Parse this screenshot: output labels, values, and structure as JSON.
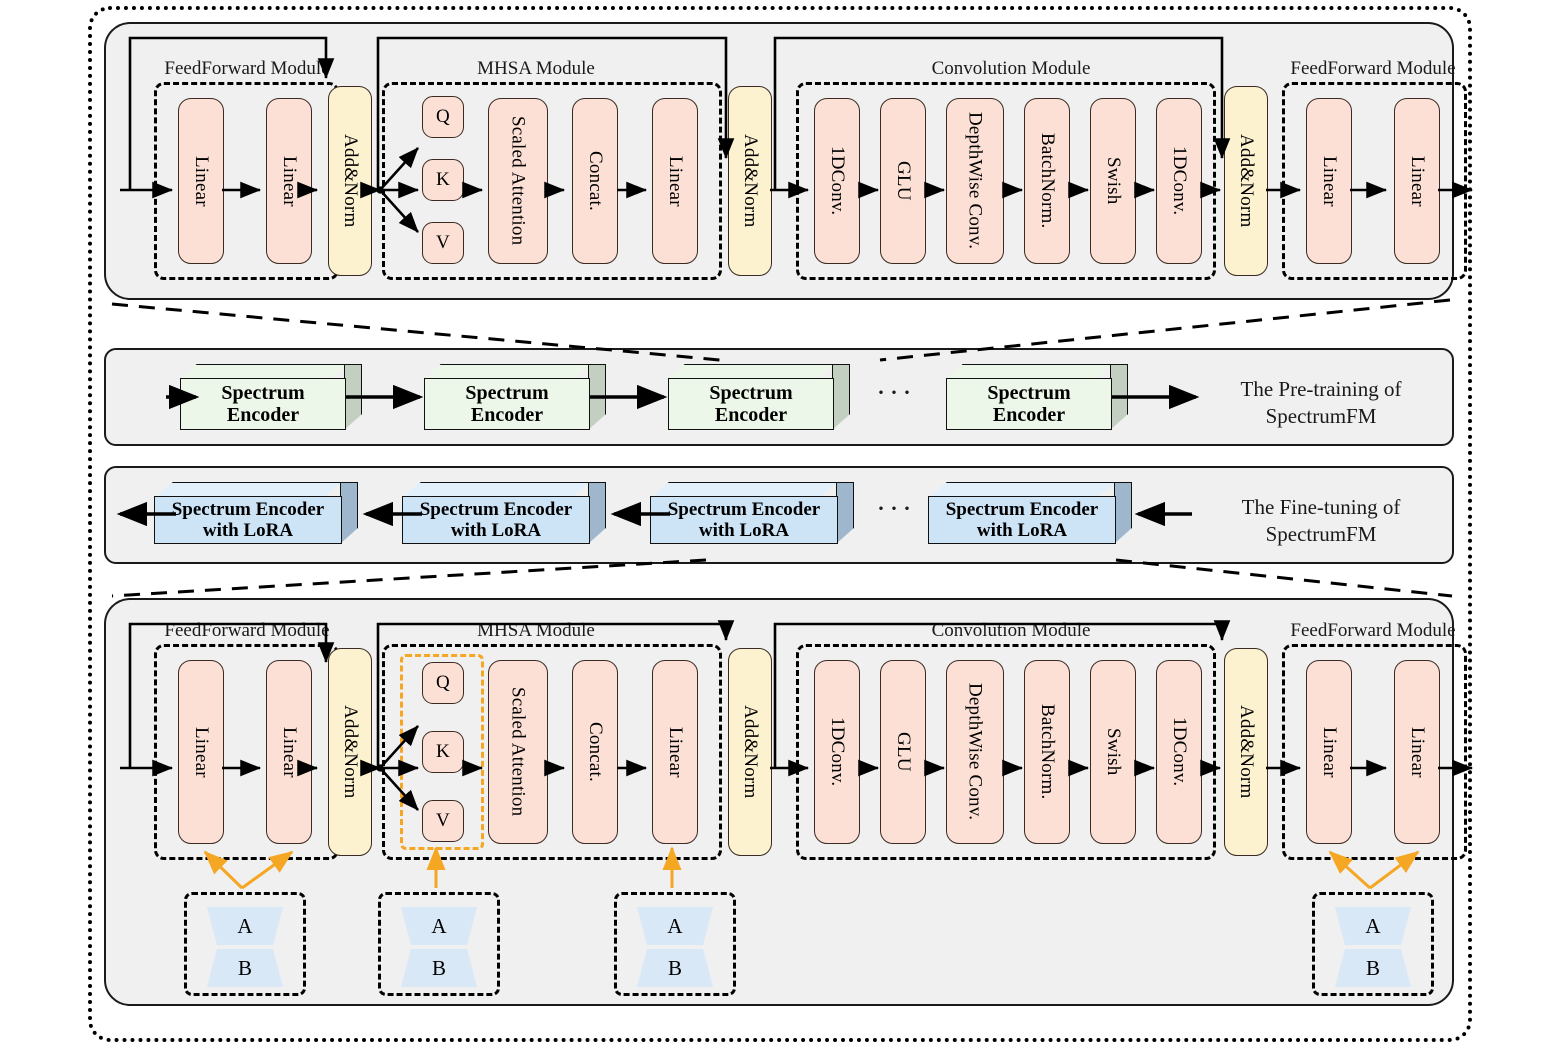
{
  "figure": {
    "title": "SpectrumFM pre-training and fine-tuning architecture",
    "colors": {
      "cell_peach": "#FCE0D6",
      "cell_yellow": "#FDF2CF",
      "encoder_green": "#EDF7E9",
      "encoder_blue": "#CDE4F7",
      "lora_blue": "#D9E8F7",
      "lora_arrow_orange": "#F5A623",
      "panel_background": "#F0F0F0",
      "stroke_black": "#000000"
    }
  },
  "top_encoder": {
    "modules": [
      {
        "title": "FeedForward Module",
        "cells": [
          "Linear",
          "Linear"
        ]
      },
      {
        "title": "MHSA Module",
        "qkv": [
          "Q",
          "K",
          "V"
        ],
        "cells": [
          "Scaled Attention",
          "Concat.",
          "Linear"
        ]
      },
      {
        "title": "Convolution Module",
        "cells": [
          "1DConv.",
          "GLU",
          "DepthWise Conv.",
          "BatchNorm.",
          "Swish",
          "1DConv."
        ]
      },
      {
        "title": "FeedForward Module",
        "cells": [
          "Linear",
          "Linear"
        ]
      }
    ],
    "addnorm": [
      "Add&Norm",
      "Add&Norm",
      "Add&Norm"
    ]
  },
  "pretrain_strip": {
    "caption": "The Pre-training of SpectrumFM",
    "caption_line1": "The Pre-training of",
    "caption_line2": "SpectrumFM",
    "ellipsis": "···",
    "blocks": [
      {
        "line1": "Spectrum",
        "line2": "Encoder"
      },
      {
        "line1": "Spectrum",
        "line2": "Encoder"
      },
      {
        "line1": "Spectrum",
        "line2": "Encoder"
      },
      {
        "line1": "Spectrum",
        "line2": "Encoder"
      }
    ]
  },
  "finetune_strip": {
    "caption": "The Fine-tuning of SpectrumFM",
    "caption_line1": "The Fine-tuning of",
    "caption_line2": "SpectrumFM",
    "ellipsis": "···",
    "blocks": [
      {
        "line1": "Spectrum Encoder",
        "line2": "with LoRA"
      },
      {
        "line1": "Spectrum Encoder",
        "line2": "with LoRA"
      },
      {
        "line1": "Spectrum Encoder",
        "line2": "with LoRA"
      },
      {
        "line1": "Spectrum Encoder",
        "line2": "with LoRA"
      }
    ]
  },
  "bottom_encoder": {
    "modules": [
      {
        "title": "FeedForward Module",
        "cells": [
          "Linear",
          "Linear"
        ]
      },
      {
        "title": "MHSA Module",
        "qkv": [
          "Q",
          "K",
          "V"
        ],
        "cells": [
          "Scaled Attention",
          "Concat.",
          "Linear"
        ]
      },
      {
        "title": "Convolution Module",
        "cells": [
          "1DConv.",
          "GLU",
          "DepthWise Conv.",
          "BatchNorm.",
          "Swish",
          "1DConv."
        ]
      },
      {
        "title": "FeedForward Module",
        "cells": [
          "Linear",
          "Linear"
        ]
      }
    ],
    "addnorm": [
      "Add&Norm",
      "Add&Norm",
      "Add&Norm"
    ],
    "lora_adapters": [
      {
        "a": "A",
        "b": "B",
        "targets": [
          "Linear",
          "Linear"
        ]
      },
      {
        "a": "A",
        "b": "B",
        "targets": [
          "Q",
          "K",
          "V"
        ]
      },
      {
        "a": "A",
        "b": "B",
        "targets": [
          "Linear"
        ]
      },
      {
        "a": "A",
        "b": "B",
        "targets": [
          "Linear",
          "Linear"
        ]
      }
    ]
  }
}
